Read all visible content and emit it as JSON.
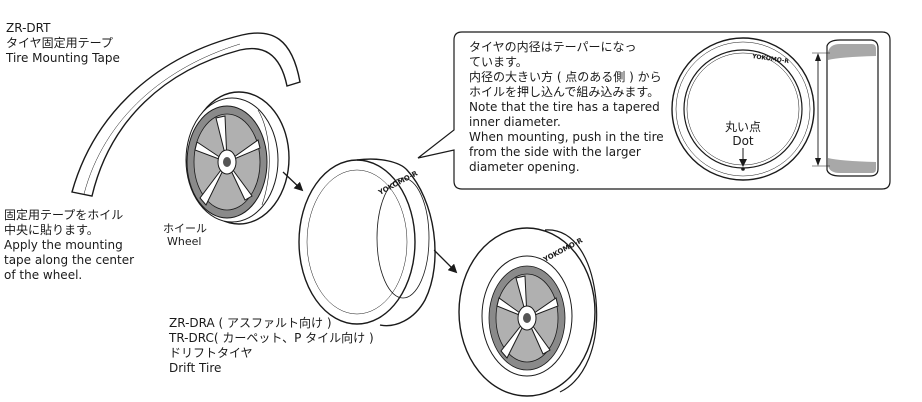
{
  "tape": {
    "code": "ZR-DRT",
    "name_ja": "タイヤ固定用テープ",
    "name_en": "Tire Mounting Tape"
  },
  "tape_instruction": {
    "line1_ja": "固定用テープをホイル",
    "line2_ja": "中央に貼ります。",
    "line1_en": "Apply the mounting",
    "line2_en": "tape along the center",
    "line3_en": "of the wheel."
  },
  "wheel": {
    "name_ja": "ホイール",
    "name_en": "Wheel"
  },
  "tire": {
    "line1": "ZR-DRA ( アスファルト向け )",
    "line2": "TR-DRC( カーペット、P タイル向け )",
    "line3_ja": "ドリフトタイヤ",
    "line3_en": "Drift Tire",
    "sidewall_brand": "YOKOMO-R"
  },
  "note": {
    "line1_ja": "タイヤの内径はテーパーになっ",
    "line2_ja": "ています。",
    "line3_ja": "内径の大きい方 ( 点のある側 ) から",
    "line4_ja": "ホイルを押し込んで組み込みます。",
    "line1_en": "Note that the tire has a tapered",
    "line2_en": "inner diameter.",
    "line3_en": "When mounting, push in the tire",
    "line4_en": "from the side with the larger",
    "line5_en": "diameter opening."
  },
  "dot": {
    "label_ja": "丸い点",
    "label_en": "Dot"
  }
}
